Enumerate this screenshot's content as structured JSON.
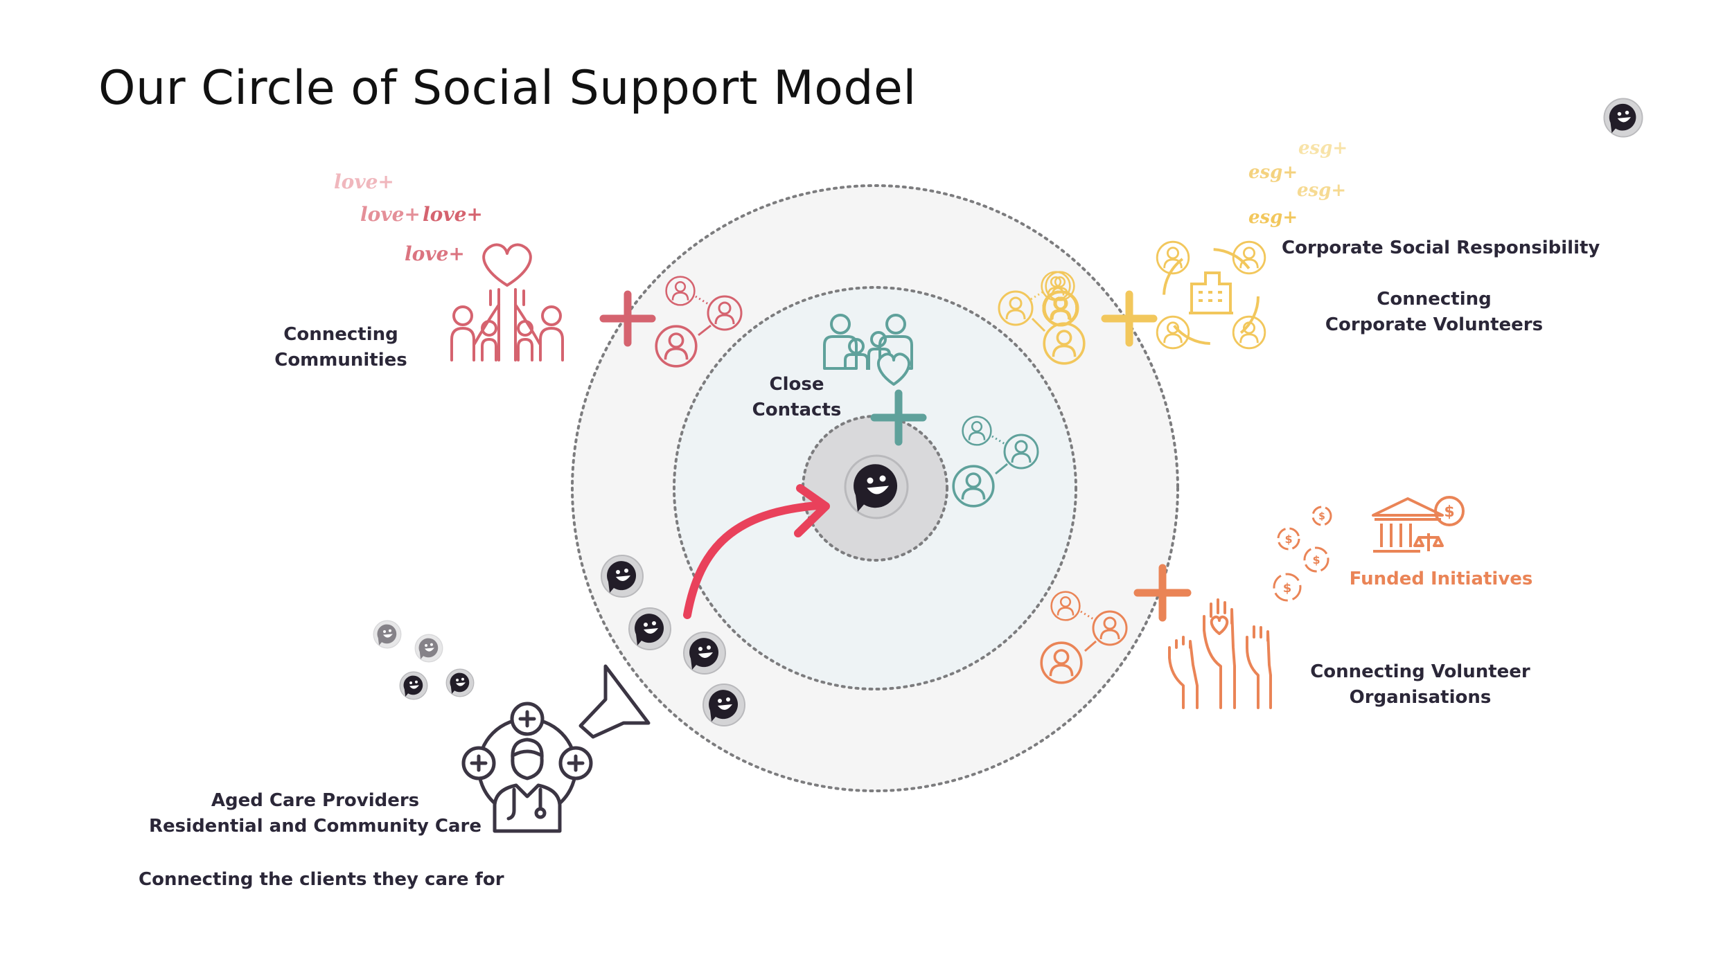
{
  "title": "Our Circle of Social Support Model",
  "labels": {
    "communities": [
      "Connecting",
      "Communities"
    ],
    "close_contacts": [
      "Close",
      "Contacts"
    ],
    "csr": "Corporate Social Responsibility",
    "corporate_volunteers": [
      "Connecting",
      "Corporate Volunteers"
    ],
    "funded_initiatives": "Funded Initiatives",
    "volunteer_orgs": [
      "Connecting Volunteer",
      "Organisations"
    ],
    "aged_care": [
      "Aged Care Providers",
      "Residential and Community Care"
    ],
    "aged_care_clients": "Connecting the clients they care for"
  },
  "decorations": {
    "love": [
      "love+",
      "love+",
      "love+",
      "love+"
    ],
    "esg": [
      "esg+",
      "esg+",
      "esg+",
      "esg+"
    ]
  },
  "colors": {
    "communities": "#d5636f",
    "corporate": "#f2c75c",
    "close_contacts": "#5fa19b",
    "funded": "#ea8456",
    "aged_care": "#3b3543",
    "arrow": "#e9415b",
    "outer_ring_fill": "#f5f5f5",
    "inner_ring_fill": "#eef3f5",
    "core_fill": "#d9d9db"
  },
  "icons": [
    "smiley-chat-icon",
    "heart-community-icon",
    "people-network-icon",
    "family-heart-icon",
    "corporate-building-icon",
    "bank-icon",
    "dollar-cycle-icon",
    "raised-hands-icon",
    "doctor-icon",
    "funnel-icon",
    "plus-icon",
    "curved-arrow-icon"
  ]
}
